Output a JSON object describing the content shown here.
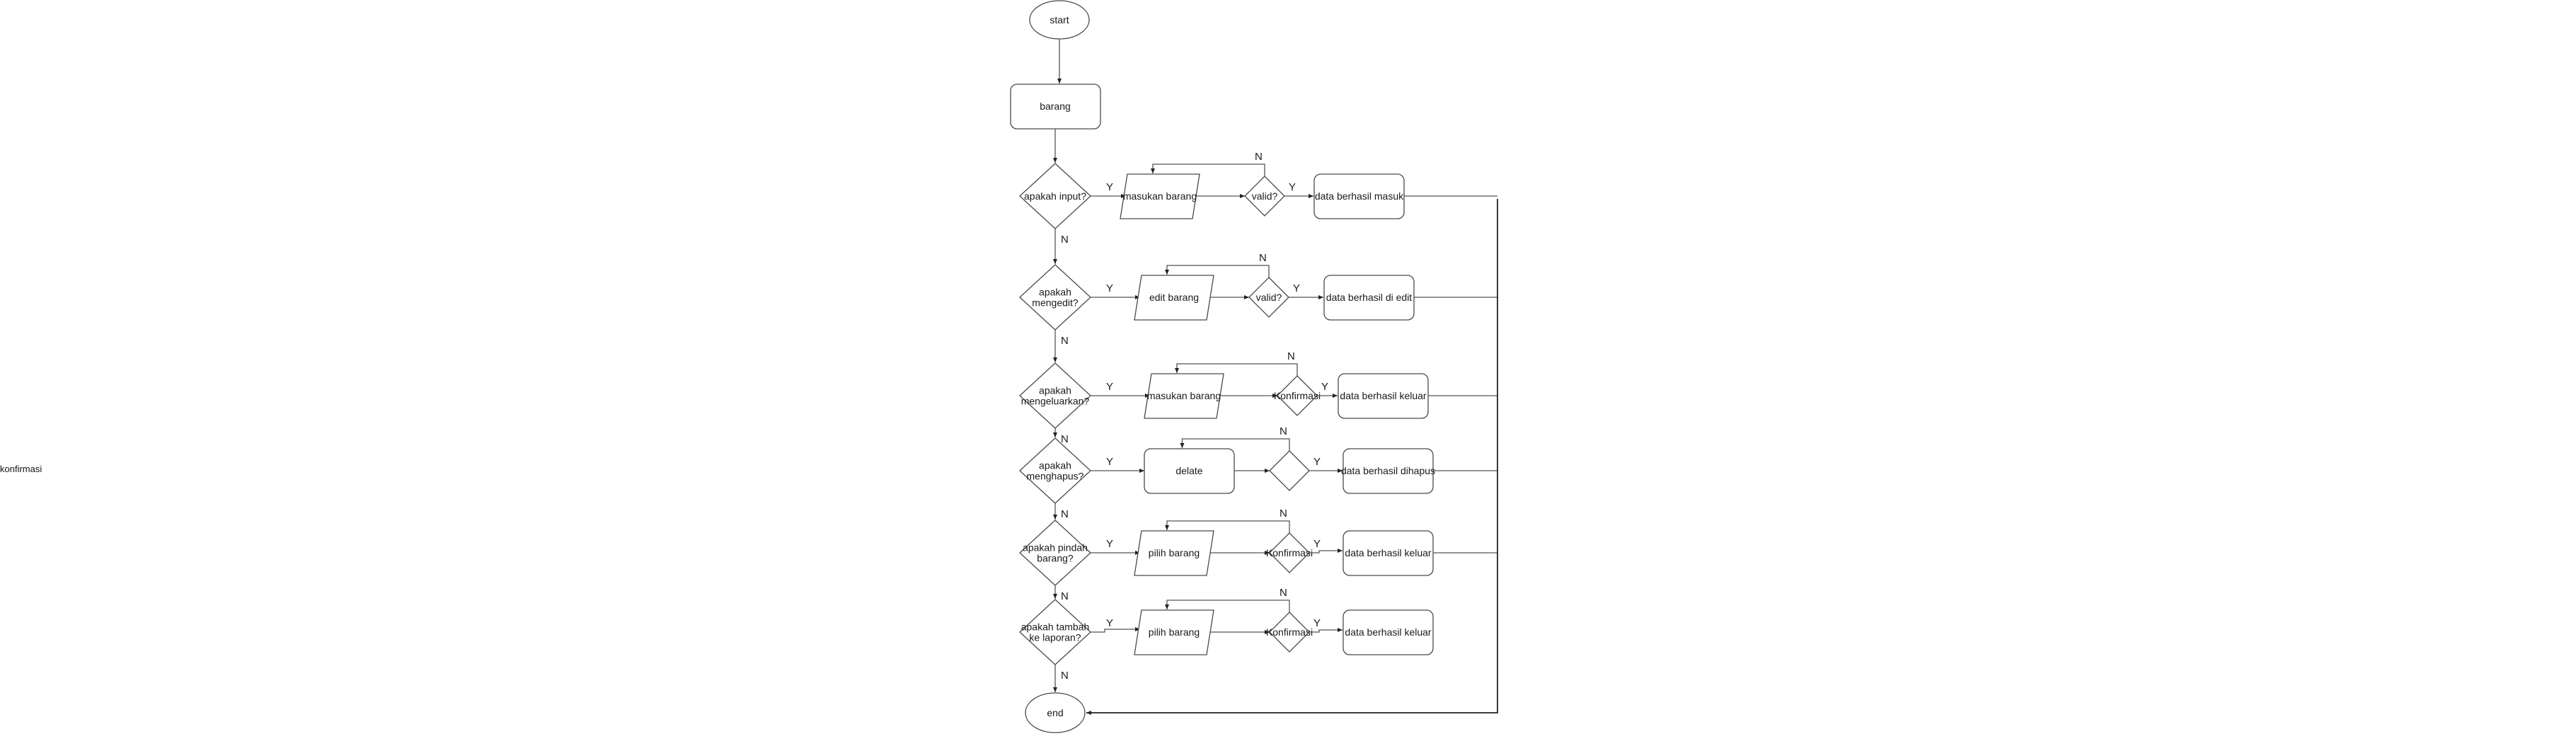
{
  "diagram": {
    "terminals": {
      "start": "start",
      "end": "end"
    },
    "barang": "barang",
    "edge_labels": {
      "yes": "Y",
      "no": "N"
    },
    "rows": [
      {
        "decision": [
          "apakah input?"
        ],
        "action": "masukan barang",
        "action_shape": "parallelogram",
        "check": "valid?",
        "result": "data berhasil masuk"
      },
      {
        "decision": [
          "apakah",
          "mengedit?"
        ],
        "action": "edit barang",
        "action_shape": "parallelogram",
        "check": "valid?",
        "result": "data berhasil di edit"
      },
      {
        "decision": [
          "apakah",
          "mengeluarkan?"
        ],
        "action": "masukan barang",
        "action_shape": "parallelogram",
        "check": "Konfirmasi",
        "result": "data berhasil keluar"
      },
      {
        "decision": [
          "apakah",
          "menghapus?"
        ],
        "action": "delate",
        "action_shape": "rounded-rect",
        "check": "",
        "result": "data berhasil dihapus"
      },
      {
        "decision": [
          "apakah pindah",
          "barang?"
        ],
        "action": "pilih barang",
        "action_shape": "parallelogram",
        "check": "Konfirmasi",
        "result": "data berhasil keluar"
      },
      {
        "decision": [
          "apakah tambah",
          "ke laporan?"
        ],
        "action": "pilih barang",
        "action_shape": "parallelogram",
        "check": "Konfirmasi",
        "result": "data berhasil keluar"
      }
    ],
    "stray_label": "konfirmasi"
  }
}
